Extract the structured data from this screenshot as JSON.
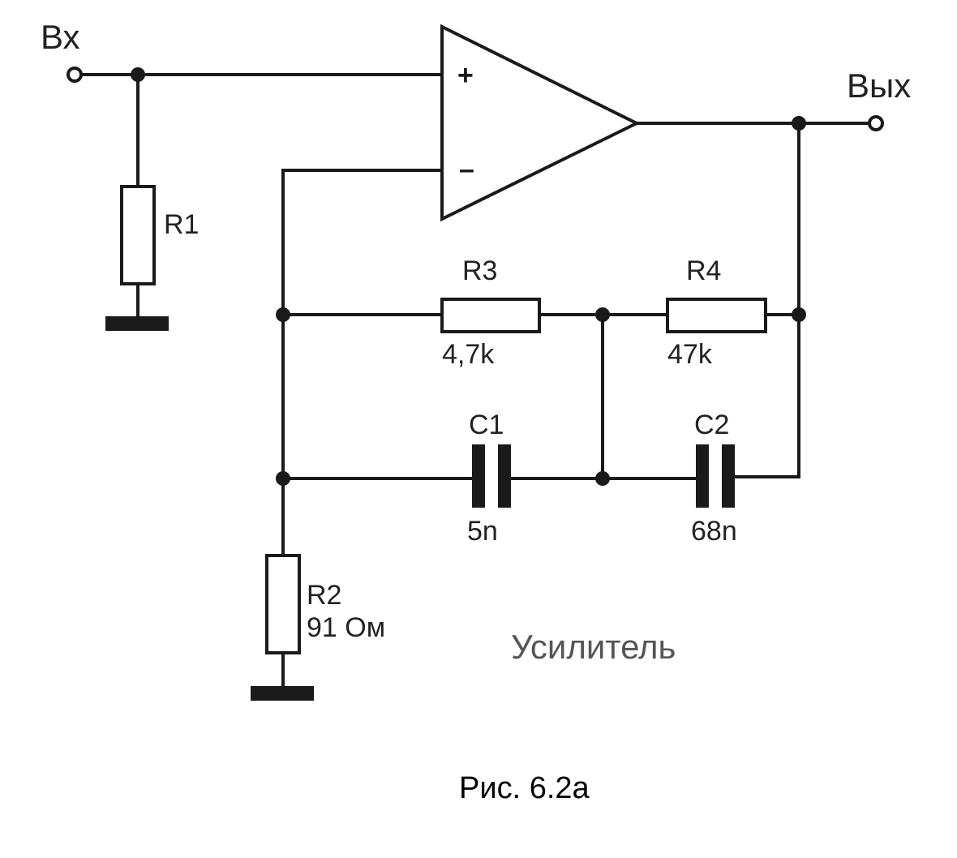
{
  "labels": {
    "input": "Вх",
    "output": "Вых",
    "plus": "+",
    "minus": "–",
    "r1": "R1",
    "r2_name": "R2",
    "r2_value": "91 Ом",
    "r3_name": "R3",
    "r3_value": "4,7k",
    "r4_name": "R4",
    "r4_value": "47k",
    "c1_name": "C1",
    "c1_value": "5n",
    "c2_name": "C2",
    "c2_value": "68n",
    "title": "Усилитель"
  },
  "caption": "Рис. 6.2а",
  "colors": {
    "line": "#1a1a1a",
    "title": "#555555",
    "background": "#ffffff"
  }
}
